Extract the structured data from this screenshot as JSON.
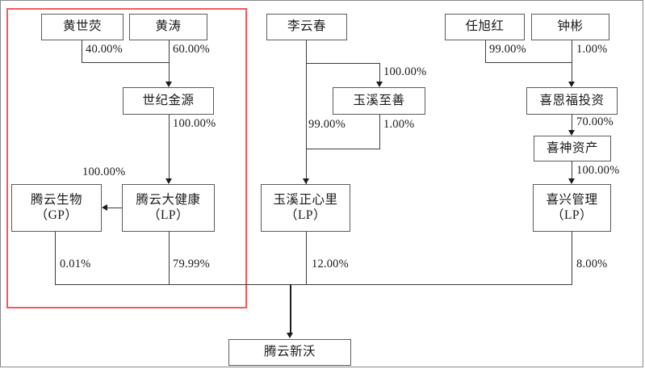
{
  "diagram": {
    "type": "ownership-structure-chart",
    "highlight_color": "#f4595b",
    "nodes": [
      {
        "id": "huangshiying",
        "label_line1": "黄世荧",
        "label_line2": ""
      },
      {
        "id": "huangtao",
        "label_line1": "黄涛",
        "label_line2": ""
      },
      {
        "id": "shijijinyuan",
        "label_line1": "世纪金源",
        "label_line2": ""
      },
      {
        "id": "tengyunshengwu",
        "label_line1": "腾云生物",
        "label_line2": "（GP）"
      },
      {
        "id": "tengyundajiankang",
        "label_line1": "腾云大健康",
        "label_line2": "（LP）"
      },
      {
        "id": "liyunchun",
        "label_line1": "李云春",
        "label_line2": ""
      },
      {
        "id": "yuxizhishan",
        "label_line1": "玉溪至善",
        "label_line2": ""
      },
      {
        "id": "yuxizhengxinli",
        "label_line1": "玉溪正心里",
        "label_line2": "（LP）"
      },
      {
        "id": "renxuhong",
        "label_line1": "任旭红",
        "label_line2": ""
      },
      {
        "id": "zhongbin",
        "label_line1": "钟彬",
        "label_line2": ""
      },
      {
        "id": "xienfutouzi",
        "label_line1": "喜恩福投资",
        "label_line2": ""
      },
      {
        "id": "xishenzichan",
        "label_line1": "喜神资产",
        "label_line2": ""
      },
      {
        "id": "xixingguanli",
        "label_line1": "喜兴管理",
        "label_line2": "（LP）"
      },
      {
        "id": "tengyunxinwo",
        "label_line1": "腾云新沃",
        "label_line2": ""
      }
    ],
    "edges": [
      {
        "from": "huangshiying",
        "to": "shijijinyuan",
        "percent": "40.00%"
      },
      {
        "from": "huangtao",
        "to": "shijijinyuan",
        "percent": "60.00%"
      },
      {
        "from": "shijijinyuan",
        "to": "tengyundajiankang",
        "percent": "100.00%"
      },
      {
        "from": "tengyundajiankang",
        "to": "tengyunshengwu",
        "percent": "100.00%"
      },
      {
        "from": "tengyunshengwu",
        "to": "tengyunxinwo",
        "percent": "0.01%"
      },
      {
        "from": "tengyundajiankang",
        "to": "tengyunxinwo",
        "percent": "79.99%"
      },
      {
        "from": "liyunchun",
        "to": "yuxizhishan",
        "percent": "100.00%"
      },
      {
        "from": "liyunchun",
        "to": "yuxizhengxinli",
        "percent": "99.00%"
      },
      {
        "from": "yuxizhishan",
        "to": "yuxizhengxinli",
        "percent": "1.00%"
      },
      {
        "from": "yuxizhengxinli",
        "to": "tengyunxinwo",
        "percent": "12.00%"
      },
      {
        "from": "renxuhong",
        "to": "xienfutouzi",
        "percent": "99.00%"
      },
      {
        "from": "zhongbin",
        "to": "xienfutouzi",
        "percent": "1.00%"
      },
      {
        "from": "xienfutouzi",
        "to": "xishenzichan",
        "percent": "70.00%"
      },
      {
        "from": "xishenzichan",
        "to": "xixingguanli",
        "percent": "100.00%"
      },
      {
        "from": "xixingguanli",
        "to": "tengyunxinwo",
        "percent": "8.00%"
      }
    ],
    "labels": {
      "pct_40": "40.00%",
      "pct_60": "60.00%",
      "pct_100_shijijinyuan": "100.00%",
      "pct_100_tengyun": "100.00%",
      "pct_0_01": "0.01%",
      "pct_79_99": "79.99%",
      "pct_100_yuxizhishan": "100.00%",
      "pct_99_liyunchun": "99.00%",
      "pct_1_yuxizhishan": "1.00%",
      "pct_12": "12.00%",
      "pct_99_renxuhong": "99.00%",
      "pct_1_zhongbin": "1.00%",
      "pct_70": "70.00%",
      "pct_100_xishen": "100.00%",
      "pct_8": "8.00%"
    }
  }
}
